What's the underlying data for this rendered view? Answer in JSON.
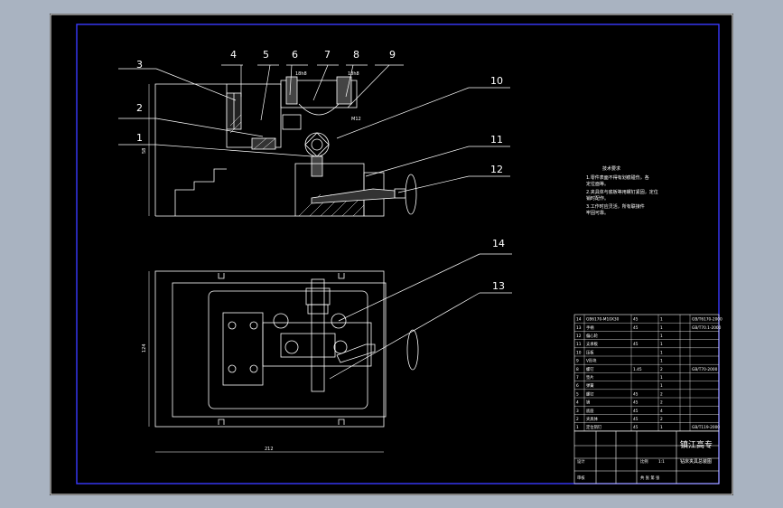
{
  "drawing": {
    "callouts": [
      "1",
      "2",
      "3",
      "4",
      "5",
      "6",
      "7",
      "8",
      "9",
      "10",
      "11",
      "12",
      "13",
      "14"
    ],
    "dimensions": {
      "height_front": "58",
      "height_top": "124",
      "width_bottom": "212",
      "fit_1": "18h8",
      "fit_2": "18h8",
      "fit_3": "M12"
    },
    "tech_requirements": {
      "title": "技术要求",
      "lines": [
        "1.零件表面不得有划痕碰伤，各",
        "定位面等。",
        "2.夹具体与底板等用螺钉紧固，定位",
        "销时配作。",
        "3.工作时应灵活，所有联接件",
        "牢固可靠。"
      ]
    },
    "parts_list": [
      {
        "no": "14",
        "name": "GB6170-M10X30",
        "qty": "45",
        "mat": "1",
        "std": "GB/T6170-2000"
      },
      {
        "no": "13",
        "name": "手柄",
        "qty": "45",
        "mat": "1",
        "std": "GB/T70.1-2000"
      },
      {
        "no": "12",
        "name": "偏心轮",
        "qty": "",
        "mat": "1",
        "std": ""
      },
      {
        "no": "11",
        "name": "支承板",
        "qty": "45",
        "mat": "1",
        "std": ""
      },
      {
        "no": "10",
        "name": "压板",
        "qty": "",
        "mat": "1",
        "std": ""
      },
      {
        "no": "9",
        "name": "V形块",
        "qty": "",
        "mat": "1",
        "std": ""
      },
      {
        "no": "8",
        "name": "螺钉",
        "qty": "1.45",
        "mat": "2",
        "std": "GB/T70-2000"
      },
      {
        "no": "7",
        "name": "垫片",
        "qty": "",
        "mat": "1",
        "std": ""
      },
      {
        "no": "6",
        "name": "弹簧",
        "qty": "",
        "mat": "1",
        "std": ""
      },
      {
        "no": "5",
        "name": "螺钉",
        "qty": "45",
        "mat": "2",
        "std": ""
      },
      {
        "no": "4",
        "name": "销",
        "qty": "45",
        "mat": "2",
        "std": ""
      },
      {
        "no": "3",
        "name": "底座",
        "qty": "45",
        "mat": "4",
        "std": ""
      },
      {
        "no": "2",
        "name": "夹具体",
        "qty": "45",
        "mat": "2",
        "std": ""
      },
      {
        "no": "1",
        "name": "定位销钉",
        "qty": "45",
        "mat": "1",
        "std": "GB/T119-2000"
      }
    ],
    "title_block": {
      "school": "镇江高专",
      "drawing_name": "钻床夹具总装图",
      "label_scale": "比例",
      "label_sheet": "共 张 第 张",
      "label_designer": "设计",
      "label_checker": "审核",
      "count": "1:1"
    }
  }
}
